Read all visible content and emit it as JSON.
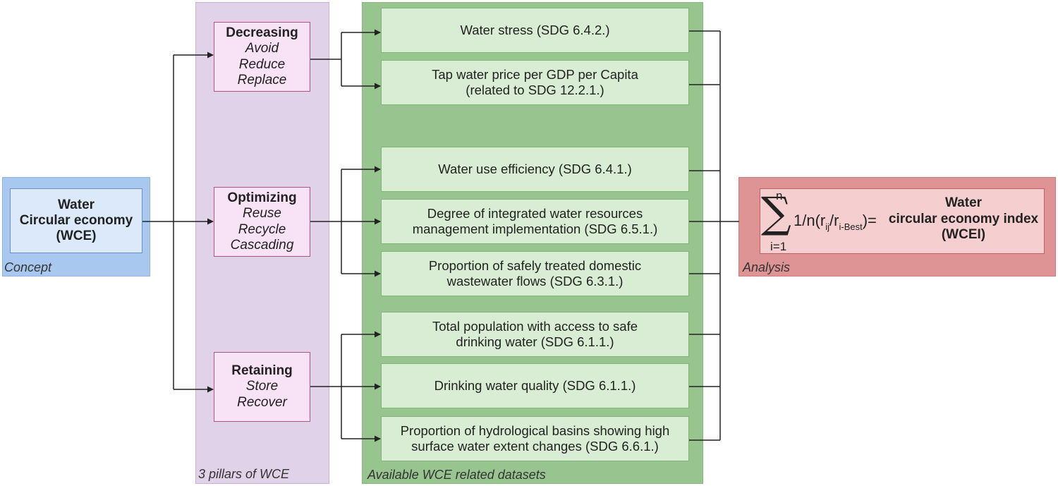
{
  "concept": {
    "title_line1": "Water",
    "title_line2": "Circular economy",
    "title_line3": "(WCE)",
    "label": "Concept"
  },
  "pillars": {
    "label": "3 pillars of WCE",
    "items": [
      {
        "title": "Decreasing",
        "lines": [
          "Avoid",
          "Reduce",
          "Replace"
        ]
      },
      {
        "title": "Optimizing",
        "lines": [
          "Reuse",
          "Recycle",
          "Cascading"
        ]
      },
      {
        "title": "Retaining",
        "lines": [
          "Store",
          "Recover"
        ]
      }
    ]
  },
  "datasets": {
    "label": "Available WCE related datasets",
    "items": [
      {
        "line1": "Water stress (SDG 6.4.2.)",
        "line2": ""
      },
      {
        "line1": "Tap water price per GDP per Capita",
        "line2": "(related to SDG 12.2.1.)"
      },
      {
        "line1": "Water use efficiency (SDG 6.4.1.)",
        "line2": ""
      },
      {
        "line1": "Degree of integrated water resources",
        "line2": "management implementation (SDG 6.5.1.)"
      },
      {
        "line1": "Proportion of safely treated domestic",
        "line2": "wastewater flows (SDG 6.3.1.)"
      },
      {
        "line1": "Total population with access to safe",
        "line2": "drinking water (SDG 6.1.1.)"
      },
      {
        "line1": "Drinking water quality (SDG 6.1.1.)",
        "line2": ""
      },
      {
        "line1": "Proportion of hydrological basins showing high",
        "line2": "surface water extent changes (SDG 6.6.1.)"
      }
    ]
  },
  "analysis": {
    "label": "Analysis",
    "sigma": "∑",
    "sum_upper": "n",
    "sum_lower": "i=1",
    "formula_main": "1/n(r",
    "formula_sub1": "ij",
    "formula_mid": "/r",
    "formula_sub2": "i-Best",
    "formula_end": ")=",
    "result_line1": "Water",
    "result_line2": "circular economy index",
    "result_line3": "(WCEI)"
  }
}
